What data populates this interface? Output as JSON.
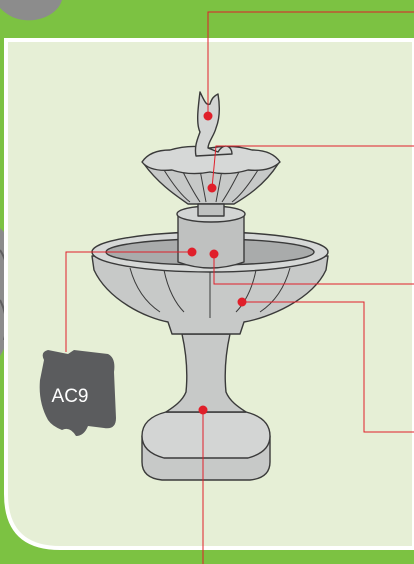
{
  "diagram": {
    "product_code_badge": "AC9",
    "colors": {
      "outer_background": "#7cc242",
      "panel_background": "#e6efd6",
      "panel_border": "#ffffff",
      "fountain_fill": "#c7c9c8",
      "fountain_shade": "#a9abab",
      "fountain_outline": "#3a3a3a",
      "leader_line": "#e01f2a",
      "marker": "#e01f2a",
      "badge_fill": "#5b5c5e",
      "badge_text": "#ffffff",
      "stone_texture": "#8c8c8c"
    },
    "callout_markers": [
      {
        "name": "finial-marker"
      },
      {
        "name": "upper-bowl-marker"
      },
      {
        "name": "upper-pedestal-marker"
      },
      {
        "name": "lower-bowl-column-marker"
      },
      {
        "name": "lower-bowl-marker"
      },
      {
        "name": "base-marker"
      },
      {
        "name": "ac9-part-marker"
      }
    ]
  }
}
